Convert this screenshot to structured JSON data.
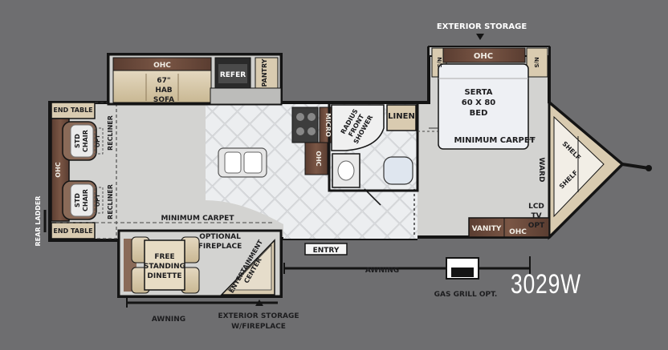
{
  "model": "3029W",
  "labels": {
    "exterior_storage_top": "EXTERIOR STORAGE",
    "ohc_bedroom": "OHC",
    "ns_left": "N/S",
    "ns_right": "N/S",
    "bed": [
      "SERTA",
      "60 X 80",
      "BED"
    ],
    "minimum_carpet_bedroom": "MINIMUM CARPET",
    "linen": "LINEN",
    "shower": [
      "RADIUS",
      "FRONT",
      "SHOWER"
    ],
    "micro": "MICRO",
    "ohc_kitchen": "OHC",
    "ohc_sofa": "OHC",
    "sofa": [
      "67\"",
      "HAB",
      "SOFA"
    ],
    "refer": "REFER",
    "pantry": "PANTRY",
    "end_table_top": "END TABLE",
    "end_table_bottom": "END TABLE",
    "ohc_rear": "OHC",
    "std_chair_1": [
      "STD",
      "CHAIR"
    ],
    "std_chair_2": [
      "STD",
      "CHAIR"
    ],
    "opt_1": "OPT",
    "opt_2": "OPT",
    "recliner_1": "RECLINER",
    "recliner_2": "RECLINER",
    "rear_ladder": "REAR LADDER",
    "minimum_carpet_living": "MINIMUM CARPET",
    "dinette": [
      "FREE",
      "STANDING",
      "DINETTE"
    ],
    "optional_fireplace": [
      "OPTIONAL",
      "FIREPLACE"
    ],
    "entertainment_center": [
      "ENTERTAINMENT",
      "CENTER"
    ],
    "entry": "ENTRY",
    "awning_right": "AWNING",
    "awning_left": "AWNING",
    "exterior_storage_bottom": [
      "EXTERIOR STORAGE",
      "W/FIREPLACE"
    ],
    "gas_grill": "GAS GRILL OPT.",
    "vanity": "VANITY",
    "ohc_vanity": "OHC",
    "lcd_tv": [
      "LCD",
      "TV",
      "OPT"
    ],
    "ward": "WARD",
    "shelf_1": "SHELF",
    "shelf_2": "SHELF"
  },
  "colors": {
    "background": "#6e6e70",
    "floor": "#d5d5d3",
    "wall": "#141414",
    "cabinet_brown": "#6b4a3c",
    "cushion_tan": "#d9cbb0",
    "bed_sheet": "#e8ecf2"
  }
}
